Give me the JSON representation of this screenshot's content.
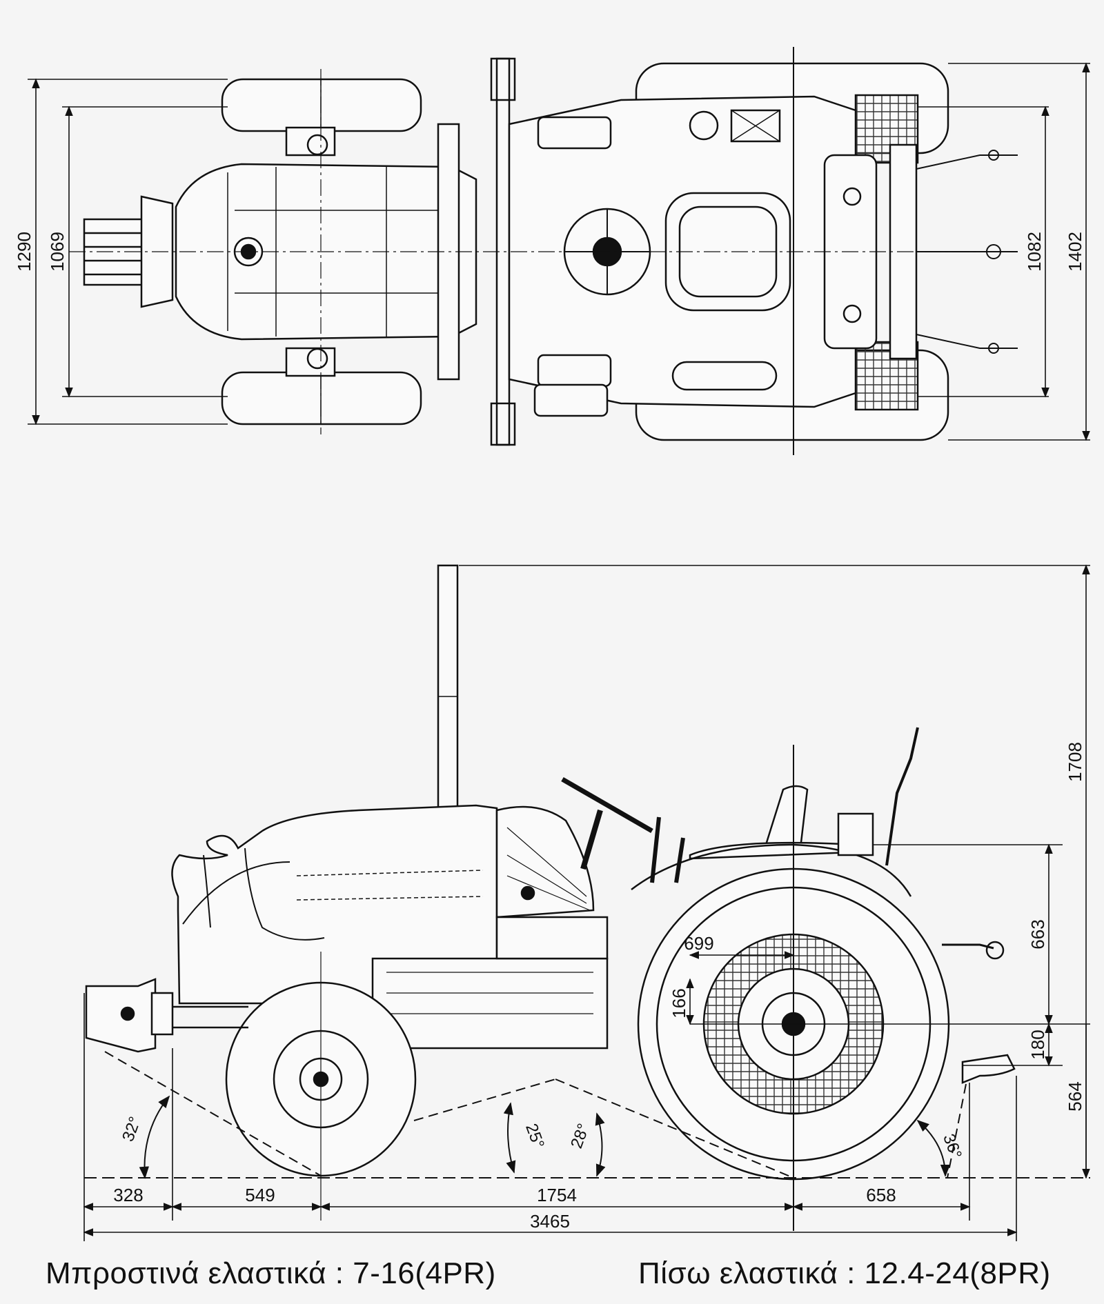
{
  "top_view": {
    "dims": {
      "outer_front_width": "1290",
      "inner_front_width": "1069",
      "inner_rear_width": "1082",
      "outer_rear_width": "1402"
    }
  },
  "side_view": {
    "dims": {
      "total_height": "1708",
      "hitch_to_seat": "663",
      "axle_offset": "166",
      "wheel_radius": "699",
      "drawbar_height": "180",
      "ground_clearance": "564",
      "front_overhang": "328",
      "front_to_axle": "549",
      "wheelbase": "1754",
      "rear_overhang": "658",
      "total_length": "3465"
    },
    "angles": {
      "approach": "32°",
      "ramp_front": "25°",
      "ramp_rear": "28°",
      "departure": "36°"
    }
  },
  "captions": {
    "front_tires": "Μπροστινά ελαστικά : 7-16(4PR)",
    "rear_tires": "Πίσω ελαστικά : 12.4-24(8PR)"
  },
  "colors": {
    "background": "#f5f5f5",
    "line": "#111111"
  }
}
